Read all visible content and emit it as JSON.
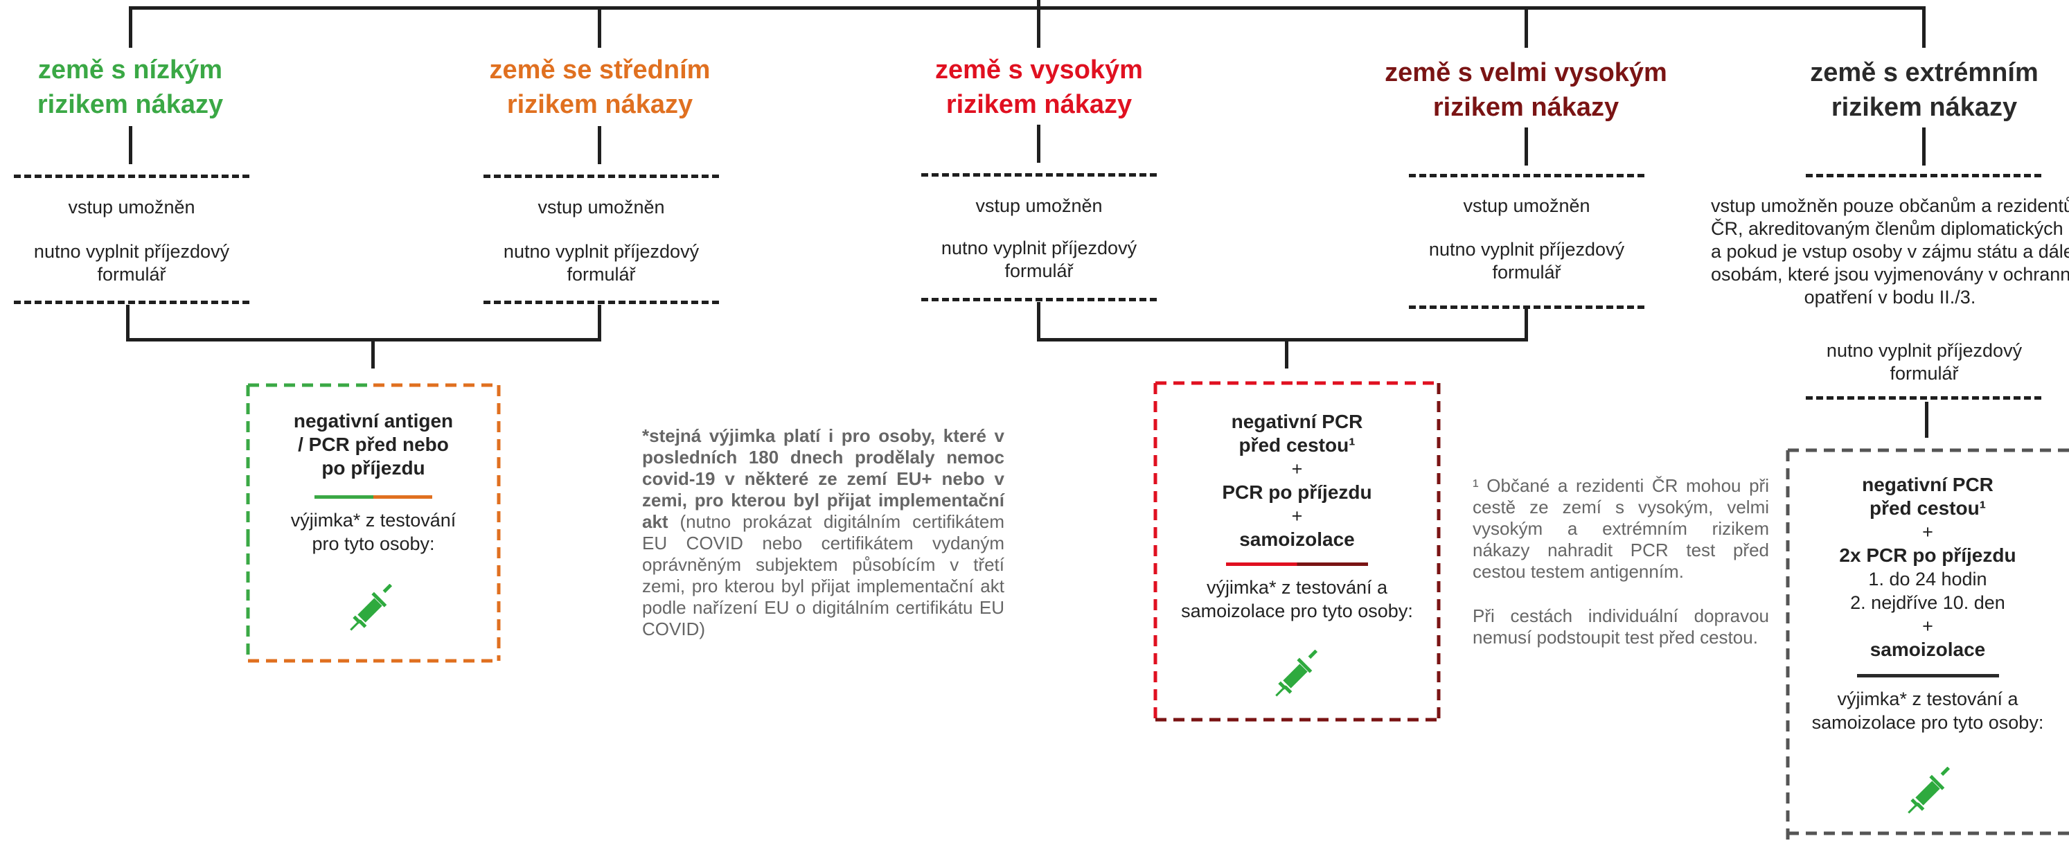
{
  "colors": {
    "low": "#3aa845",
    "medium": "#e07020",
    "high": "#e01020",
    "very_high": "#7a1414",
    "extreme": "#2a2a2a",
    "line": "#1f1f1f",
    "grey_text": "#666666",
    "syringe": "#2eaa3e"
  },
  "categories": [
    {
      "id": "low",
      "title_line1": "země s nízkým",
      "title_line2": "rizikem nákazy",
      "entry": "vstup umožněn",
      "form_line1": "nutno vyplnit příjezdový",
      "form_line2": "formulář"
    },
    {
      "id": "medium",
      "title_line1": "země se středním",
      "title_line2": "rizikem nákazy",
      "entry": "vstup umožněn",
      "form_line1": "nutno vyplnit příjezdový",
      "form_line2": "formulář"
    },
    {
      "id": "high",
      "title_line1": "země s vysokým",
      "title_line2": "rizikem nákazy",
      "entry": "vstup umožněn",
      "form_line1": "nutno vyplnit příjezdový",
      "form_line2": "formulář"
    },
    {
      "id": "very_high",
      "title_line1": "země s velmi vysokým",
      "title_line2": "rizikem nákazy",
      "entry": "vstup umožněn",
      "form_line1": "nutno vyplnit příjezdový",
      "form_line2": "formulář"
    },
    {
      "id": "extreme",
      "title_line1": "země s extrémním",
      "title_line2": "rizikem nákazy",
      "entry_lines": [
        "vstup umožněn pouze občanům a rezidentům",
        "ČR, akreditovaným členům diplomatických misí,",
        "a pokud je vstup osoby v zájmu státu a dále",
        "osobám, které jsou vyjmenovány v ochranném",
        "opatření v bodu II./3."
      ],
      "form_line1": "nutno vyplnit příjezdový",
      "form_line2": "formulář"
    }
  ],
  "box_low_medium": {
    "l1": "negativní antigen",
    "l2": "/ PCR před nebo",
    "l3": "po příjezdu",
    "exc1": "výjimka* z testování",
    "exc2": "pro tyto osoby:",
    "syringe_icon": "syringe-icon"
  },
  "box_high_veryhigh": {
    "l1": "negativní PCR",
    "l2": "před cestou¹",
    "plus1": "+",
    "l3": "PCR po příjezdu",
    "plus2": "+",
    "l4": "samoizolace",
    "exc1": "výjimka* z testování a",
    "exc2": "samoizolace pro tyto osoby:",
    "syringe_icon": "syringe-icon"
  },
  "box_extreme": {
    "l1": "negativní PCR",
    "l2": "před cestou¹",
    "plus1": "+",
    "l3": "2x PCR po příjezdu",
    "l4": "1. do 24 hodin",
    "l5": "2. nejdříve 10. den",
    "plus2": "+",
    "l6": "samoizolace",
    "exc1": "výjimka* z testování a",
    "exc2": "samoizolace pro tyto osoby:",
    "syringe_icon": "syringe-icon"
  },
  "note_star": {
    "bold_part": "*stejná výjimka platí i pro osoby, které v posledních 180 dnech prodělaly nemoc covid-19 v některé ze zemí EU+ nebo v zemi, pro kterou byl přijat implementační akt",
    "normal_part": " (nutno prokázat digitálním certifikátem EU COVID nebo certifikátem vydaným oprávněným subjektem působícím v třetí zemi, pro kterou byl přijat implementační akt podle nařízení EU o digitálním certifikátu EU COVID)"
  },
  "note_one": {
    "p1": "¹ Občané a rezidenti ČR mohou při cestě ze zemí s vysokým, velmi vysokým a extrémním rizikem nákazy nahradit PCR test před cestou testem antigenním.",
    "p2": "Při cestách individuální dopravou nemusí podstoupit test před cestou."
  }
}
